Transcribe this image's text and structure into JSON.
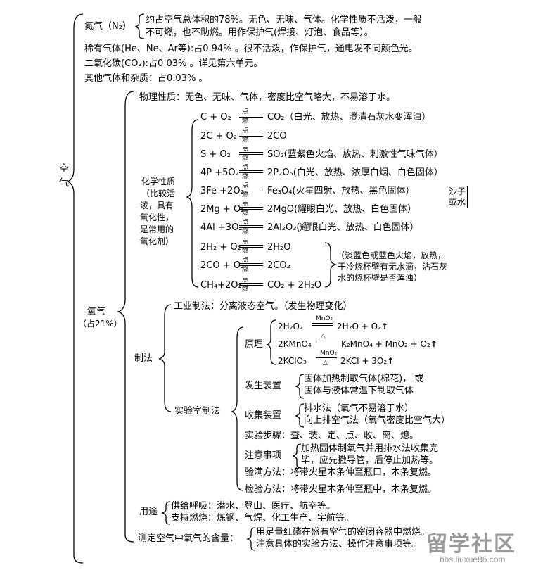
{
  "root": "空气",
  "air": {
    "n2": {
      "name": "氮气（N₂）",
      "desc_1": "约占空气总体积的78%。无色、无味、气体。化学性质不活泼，一般",
      "desc_2": "不可燃，也不助燃。用作保护气(焊接、灯泡、食品等）。"
    },
    "noble": "稀有气体(He、Ne、Ar等):占0.94% 。很不活泼，作保护气，通电发不同颜色光。",
    "co2": "二氧化碳(CO₂):占0.03% 。详见第六单元。",
    "other": "其他气体和杂质：占0.03% 。"
  },
  "oxygen": {
    "name": "氧气",
    "share": "（占21%）",
    "physical": "物理性质：无色、无味、气体，密度比空气略大，不易溶于水。",
    "chem_label": [
      "化学性质",
      "（比较活",
      "泼，具有",
      "氧化性，",
      "是常用的",
      "氧化剂）"
    ],
    "condition": "点燃",
    "reactions": [
      {
        "lhs": "C + O₂",
        "rhs": "CO₂（白光、放热、澄清石灰水变浑浊）"
      },
      {
        "lhs": "2C + O₂",
        "rhs": "2CO"
      },
      {
        "lhs": "S + O₂",
        "rhs": "SO₂(蓝紫色火焰、放热、刺激性气味气体）"
      },
      {
        "lhs": "4P +5O₂",
        "rhs": "2P₂O₅(白光、放热、浓厚白烟、白色固体）"
      },
      {
        "lhs": "3Fe +2O₂",
        "rhs": "Fe₃O₄(火星四射、放热、黑色固体）"
      },
      {
        "lhs": "2Mg + O₂",
        "rhs": "2MgO(耀眼白光、放热、白色固体）"
      },
      {
        "lhs": "4Al +3O₂",
        "rhs": "2Al₂O₃(耀眼白光、放热、白色固体）"
      },
      {
        "lhs": "2H₂ + O₂",
        "rhs": "2H₂O"
      },
      {
        "lhs": "2CO + O₂",
        "rhs": "2CO₂"
      },
      {
        "lhs": "CH₄+2O₂",
        "rhs": "CO₂ + 2H₂O"
      }
    ],
    "fe_note_1": "沙子",
    "fe_note_2": "或水",
    "flame_note": [
      "（淡蓝色或蓝色火焰，放热，",
      "干冷烧杯壁有无水滴，沾石灰",
      "水的烧杯壁是否浑浊）"
    ],
    "prep": {
      "label": "制法",
      "industrial": "工业制法：分离液态空气。（发生物理变化）",
      "lab": "实验室制法",
      "principle_label": "原理",
      "principle": [
        {
          "lhs": "2H₂O₂",
          "cond": "MnO₂",
          "rhs": "2H₂O + O₂",
          "arrow": "↑"
        },
        {
          "lhs": "2KMnO₄",
          "cond": "△",
          "rhs": "K₂MnO₄ + MnO₂ + O₂",
          "arrow": "↑"
        },
        {
          "lhs": "2KClO₃",
          "cond": "MnO₂",
          "cond2": "△",
          "rhs": "2KCl + 3O₂",
          "arrow": "↑"
        }
      ],
      "apparatus_label": "发生装置",
      "apparatus": [
        "固体加热制取气体(棉花)， 或",
        "固体与液体常温下制取气体"
      ],
      "collect_label": "收集装置",
      "collect": [
        "排水法（氧气不易溶于水）",
        "向上排空气法（氧气密度比空气大）"
      ],
      "steps": "实验步骤：查、装、定、点、收、离、熄。",
      "notes_label": "注意事项",
      "notes": [
        "加热固体制氧气并用排水法收集完",
        "毕，应先撤导管，后停止加热等。"
      ],
      "full": "验满方法：将带火星木条伸至瓶口，木条复燃。",
      "test": "检验方法：将带火星木条伸至瓶中，木条复燃。"
    },
    "uses_label": "用途",
    "uses": [
      "供给呼吸：潜水、登山、医疗、航空等。",
      "支持燃烧：炼钢、气焊、化工生产、宇航等。"
    ]
  },
  "measure": {
    "label": "测定空气中氧气的含量：",
    "lines": [
      "用足量红磷在盛有空气的密闭容器中燃烧。",
      "注意具体的实验方法、操作注意事项等。"
    ]
  },
  "watermark": {
    "main": "留学社区",
    "sub": "bbs.liuxue86.com"
  }
}
